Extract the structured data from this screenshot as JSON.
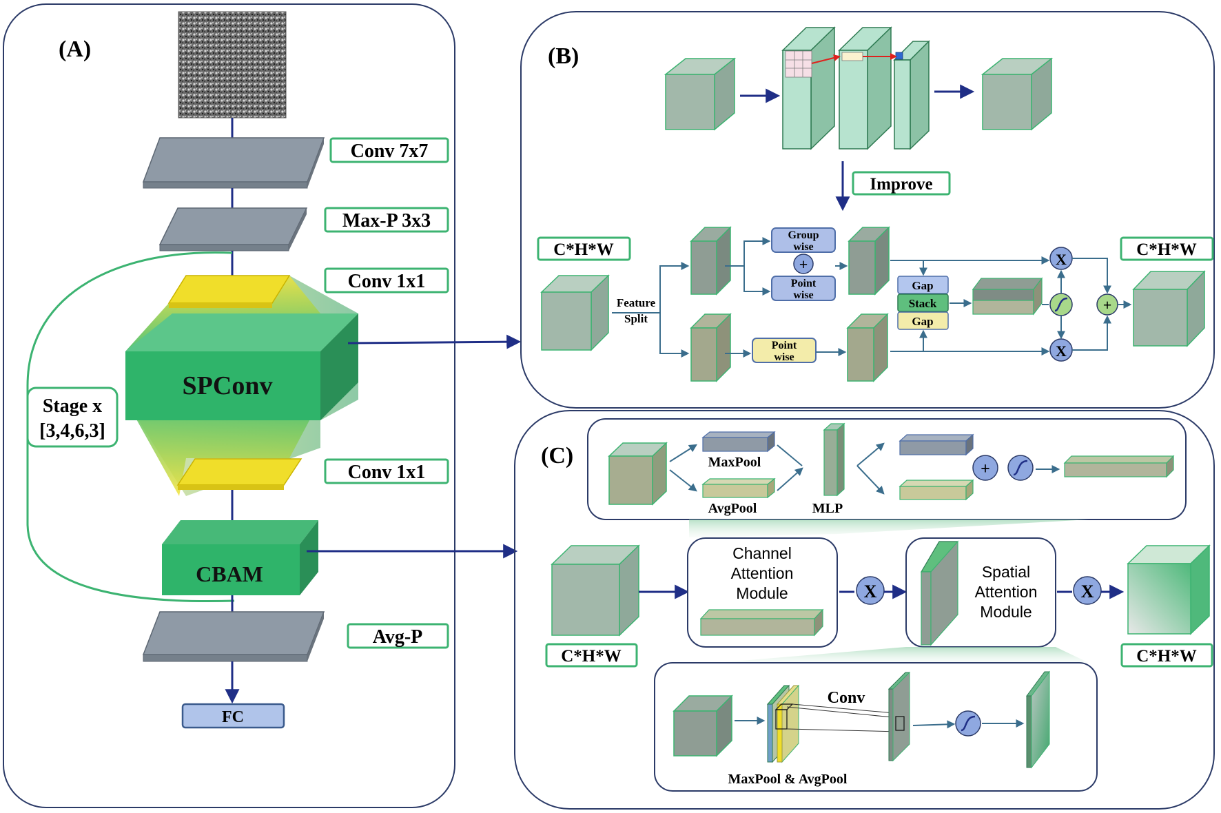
{
  "colors": {
    "panel_border": "#2b3a67",
    "arrow": "#1f2e86",
    "green_border": "#3cb371",
    "plate_gray": "#8f9aa6",
    "cube_green": "#a9bfb2",
    "spconv_green": "#2fb46a",
    "yellow": "#f0de2a",
    "node_blue": "#8fa8e0",
    "node_green": "#a8d88a"
  },
  "panel_a": {
    "label": "(A)",
    "conv7": "Conv 7x7",
    "maxp": "Max-P 3x3",
    "conv1_top": "Conv 1x1",
    "spconv": "SPConv",
    "stage_line1": "Stage x",
    "stage_line2": "[3,4,6,3]",
    "conv1_bottom": "Conv 1x1",
    "cbam": "CBAM",
    "avgp": "Avg-P",
    "fc": "FC"
  },
  "panel_b": {
    "label": "(B)",
    "improve": "Improve",
    "chw_in": "C*H*W",
    "chw_out": "C*H*W",
    "feature": "Feature",
    "split": "Split",
    "group_line1": "Group",
    "group_line2": "wise",
    "point_line1": "Point",
    "point_line2": "wise",
    "point2_line1": "Point",
    "point2_line2": "wise",
    "gap_top": "Gap",
    "stack": "Stack",
    "gap_bottom": "Gap",
    "plus": "+",
    "x_symbol": "X"
  },
  "panel_c": {
    "label": "(C)",
    "maxpool": "MaxPool",
    "avgpool": "AvgPool",
    "mlp": "MLP",
    "cam_line1": "Channel",
    "cam_line2": "Attention",
    "cam_line3": "Module",
    "sam_line1": "Spatial",
    "sam_line2": "Attention",
    "sam_line3": "Module",
    "chw_in": "C*H*W",
    "chw_out": "C*H*W",
    "conv": "Conv",
    "maxavg": "MaxPool & AvgPool",
    "plus": "+",
    "x_symbol": "X"
  }
}
